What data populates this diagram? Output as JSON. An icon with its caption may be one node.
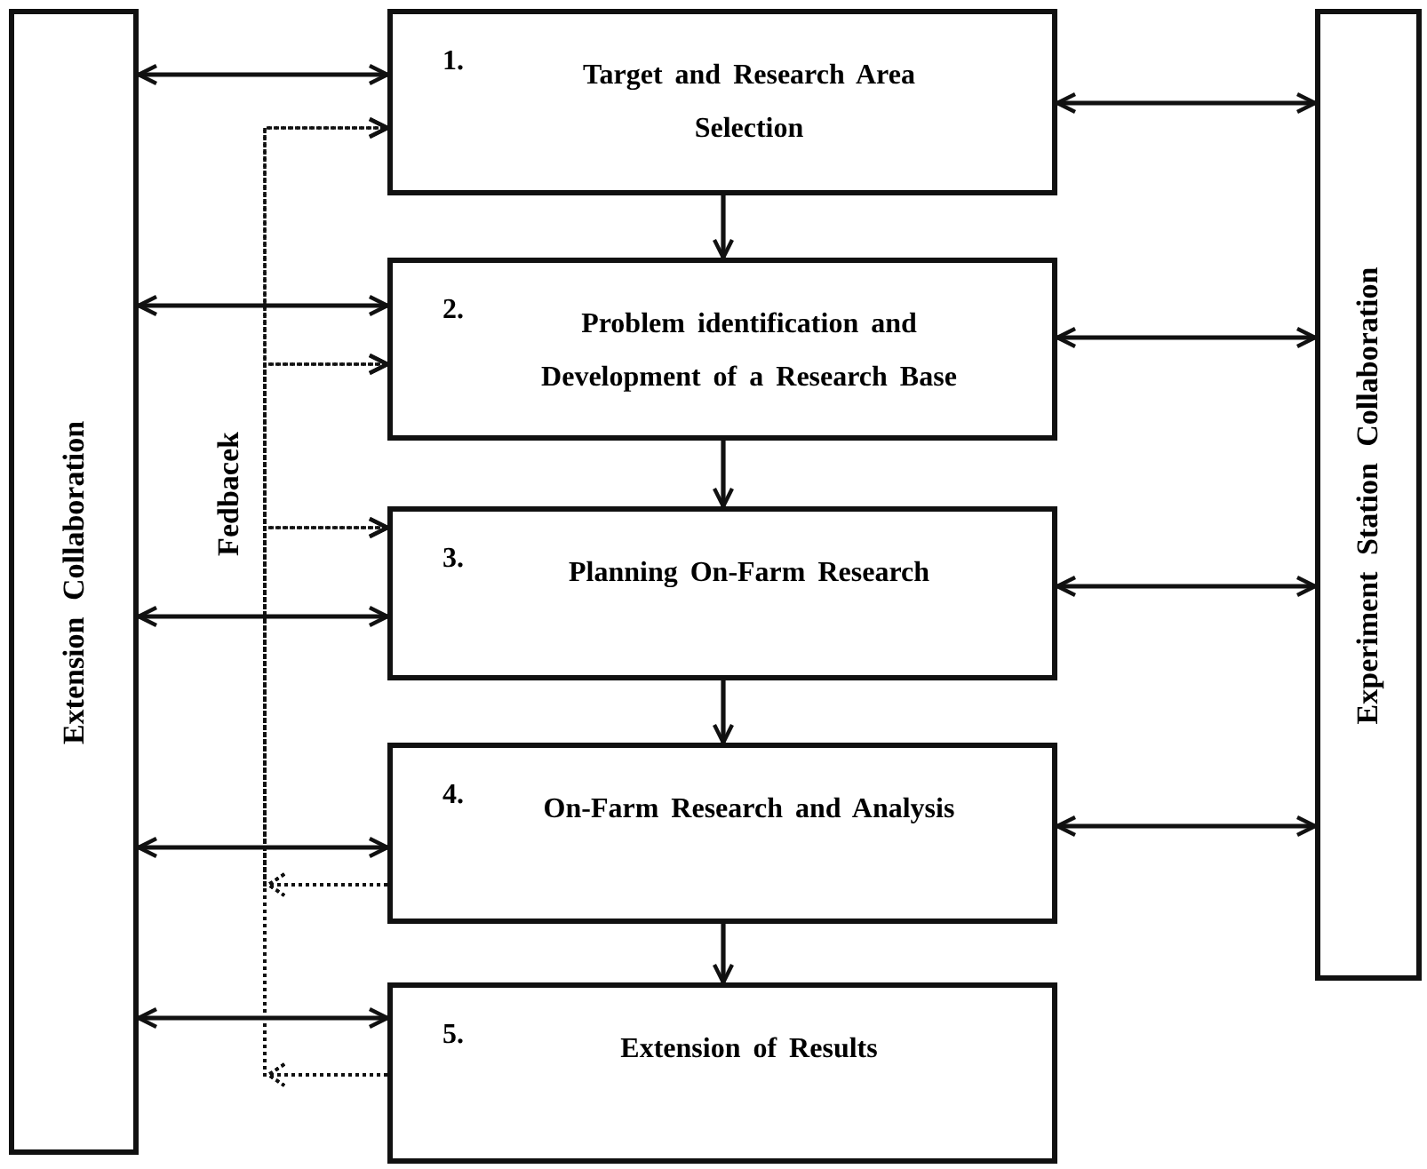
{
  "diagram": {
    "nodes": [
      {
        "text": [
          "Extension Collaboration"
        ]
      },
      {
        "text": [
          "1.",
          "Target and Research Area Selection"
        ]
      },
      {
        "text": [
          "2.",
          "Problem identification and Development of a Research Base"
        ]
      },
      {
        "text": [
          "3.",
          "Planning On-Farm Research"
        ]
      },
      {
        "text": [
          "4.",
          "On-Farm Research and Analysis"
        ]
      },
      {
        "text": [
          "5.",
          "Extension of Results"
        ]
      },
      {
        "text": [
          "Experiment Station Collaboration"
        ]
      }
    ],
    "edges": [
      {
        "from": 0,
        "to": 1,
        "arrow": "both"
      },
      {
        "from": 0,
        "to": 2,
        "arrow": "both"
      },
      {
        "from": 0,
        "to": 3,
        "arrow": "both"
      },
      {
        "from": 0,
        "to": 4,
        "arrow": "both"
      },
      {
        "from": 0,
        "to": 5,
        "arrow": "both"
      },
      {
        "from": 1,
        "to": 6,
        "arrow": "both"
      },
      {
        "from": 2,
        "to": 6,
        "arrow": "both"
      },
      {
        "from": 3,
        "to": 6,
        "arrow": "both"
      },
      {
        "from": 4,
        "to": 6,
        "arrow": "both"
      },
      {
        "from": 1,
        "to": 2,
        "arrow": "to"
      },
      {
        "from": 2,
        "to": 3,
        "arrow": "to"
      },
      {
        "from": 3,
        "to": 4,
        "arrow": "to"
      },
      {
        "from": 4,
        "to": 5,
        "arrow": "to"
      },
      {
        "from": 4,
        "to": 1,
        "arrow": "to",
        "style": "dashed"
      },
      {
        "from": 4,
        "to": 2,
        "arrow": "to",
        "style": "dashed"
      },
      {
        "from": 4,
        "to": 3,
        "arrow": "to",
        "style": "dashed"
      },
      {
        "from": 5,
        "to": 1,
        "arrow": "to",
        "style": "dashed"
      },
      {
        "from": 5,
        "to": 2,
        "arrow": "to",
        "style": "dashed"
      },
      {
        "from": 5,
        "to": 3,
        "arrow": "to",
        "style": "dashed"
      }
    ],
    "labels": [
      "Fedbacek"
    ]
  }
}
